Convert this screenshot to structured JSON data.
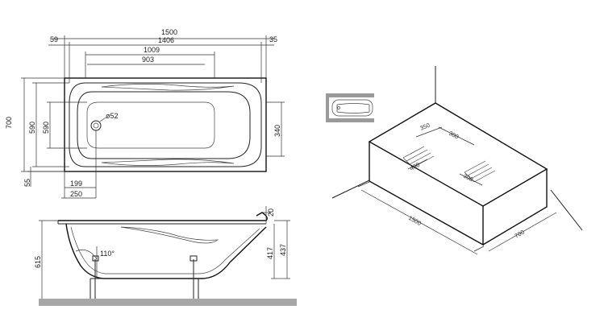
{
  "top_view": {
    "overall_length": "1500",
    "inner_length": "1406",
    "left_offset": "59",
    "right_offset": "35",
    "base_length_outer": "1009",
    "base_length_inner": "903",
    "overall_width": "700",
    "inner_width_outer": "590",
    "inner_width_inner": "590",
    "side_width": "340",
    "bottom_margin": "55",
    "drain_diameter": "ø52",
    "drain_offset_small": "199",
    "drain_offset_large": "250"
  },
  "side_view": {
    "rim_thickness": "20",
    "height_inner": "417",
    "height_with_rim": "437",
    "total_height": "615",
    "backrest_angle": "110°"
  },
  "install_view": {
    "dim_350": "350",
    "dim_300_top": "300",
    "dim_400": "400",
    "dim_300_bottom": "300",
    "length": "1500",
    "width": "700"
  }
}
